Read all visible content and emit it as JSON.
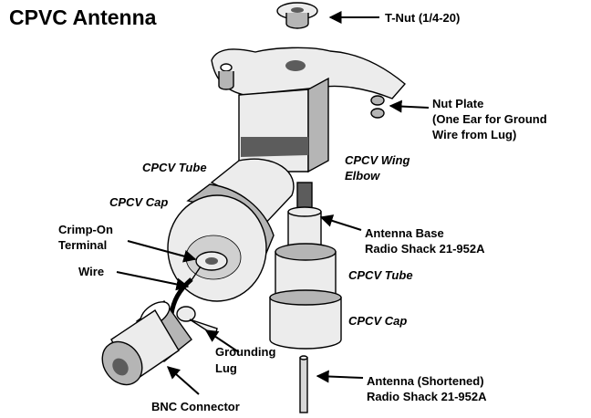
{
  "title": "CPVC Antenna",
  "labels": {
    "tnut": "T-Nut (1/4-20)",
    "nut_plate_1": "Nut Plate",
    "nut_plate_2": "(One Ear for Ground",
    "nut_plate_3": "Wire from  Lug)",
    "cpcv_tube_upper": "CPCV Tube",
    "cpcv_wing_1": "CPCV Wing",
    "cpcv_wing_2": "Elbow",
    "cpcv_cap_upper": "CPCV Cap",
    "crimp_1": "Crimp-On",
    "crimp_2": "Terminal",
    "antenna_base_1": "Antenna Base",
    "antenna_base_2": "Radio Shack 21-952A",
    "wire": "Wire",
    "cpcv_tube_lower": "CPCV Tube",
    "cpcv_cap_lower": "CPCV Cap",
    "grounding_1": "Grounding",
    "grounding_2": "Lug",
    "antenna_1": "Antenna  (Shortened)",
    "antenna_2": "Radio Shack 21-952A",
    "bnc": "BNC Connector"
  },
  "colors": {
    "ink": "#000000",
    "light": "#ececec",
    "mid": "#b5b5b5",
    "dark": "#5c5c5c"
  }
}
